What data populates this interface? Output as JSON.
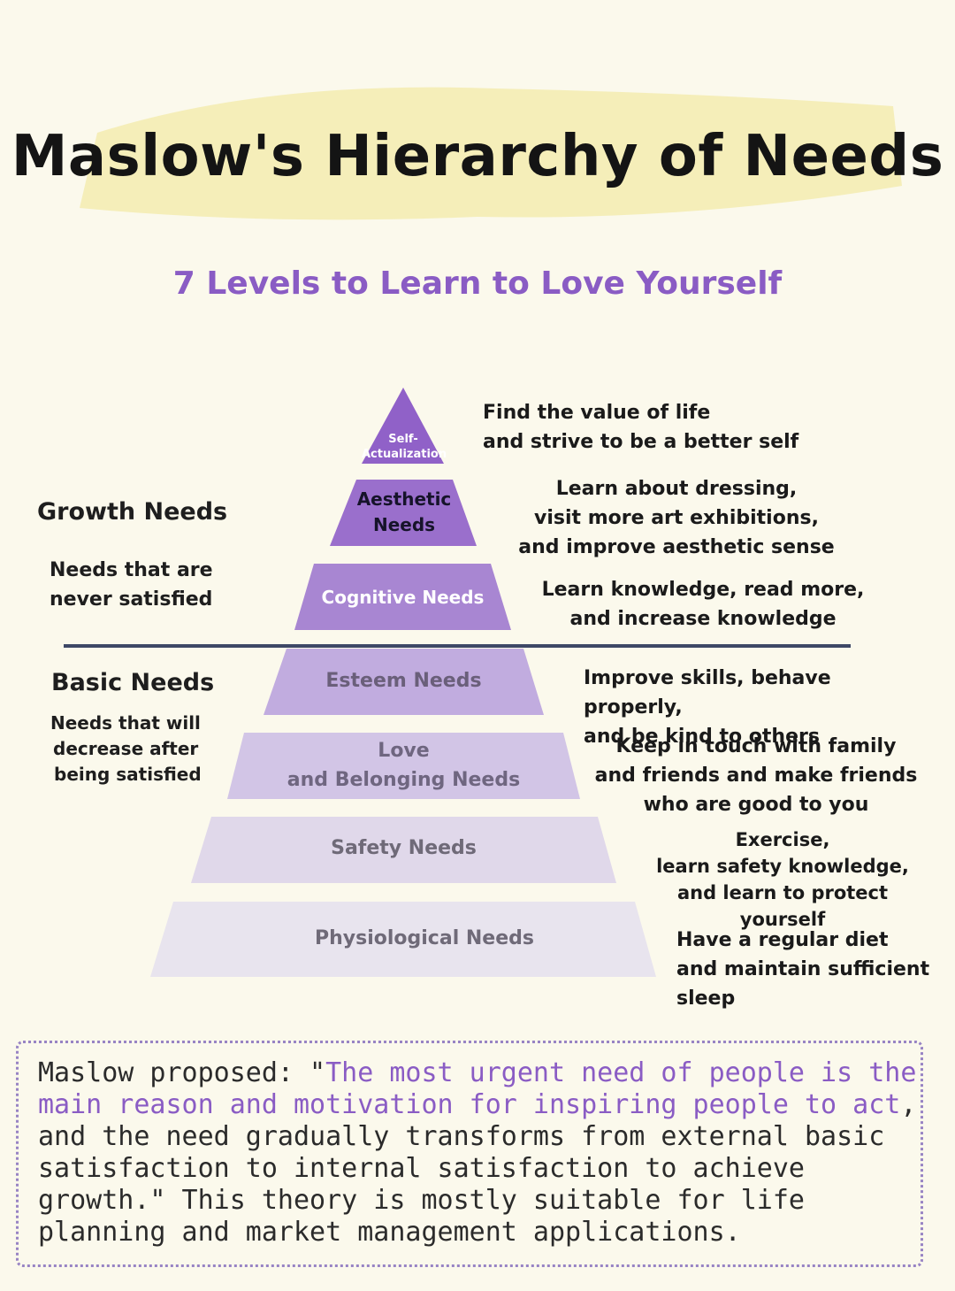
{
  "title": "Maslow's Hierarchy of Needs",
  "subtitle": "7 Levels to Learn to Love Yourself",
  "colors": {
    "background": "#fbf9ec",
    "highlight": "#f3ecb0",
    "accent_purple": "#8a5cc4",
    "divider": "#3e4866"
  },
  "growth": {
    "heading": "Growth Needs",
    "line1": "Needs that are",
    "line2": "never satisfied"
  },
  "basic": {
    "heading": "Basic Needs",
    "line1": "Needs that will",
    "line2": "decrease after",
    "line3": "being satisfied"
  },
  "levels": [
    {
      "label_lines": [
        "Self-",
        "Actualization"
      ],
      "fill": "#9061c8",
      "text_color": "#ffffff",
      "desc_lines": [
        "Find the value of life",
        "and strive to be a better self"
      ]
    },
    {
      "label_lines": [
        "Aesthetic",
        "Needs"
      ],
      "fill": "#9a6fcc",
      "text_color": "#16132a",
      "desc_lines": [
        "Learn about dressing,",
        "visit more art exhibitions,",
        "and improve aesthetic sense"
      ]
    },
    {
      "label_lines": [
        "Cognitive Needs"
      ],
      "fill": "#a886d2",
      "text_color": "#ffffff",
      "desc_lines": [
        "Learn knowledge, read more,",
        "and increase knowledge"
      ]
    },
    {
      "label_lines": [
        "Esteem Needs"
      ],
      "fill": "#c1acdf",
      "text_color": "#6a5f7a",
      "desc_lines": [
        "Improve skills, behave properly,",
        "and be kind to others"
      ]
    },
    {
      "label_lines": [
        "Love",
        "and Belonging Needs"
      ],
      "fill": "#d2c5e6",
      "text_color": "#6f6680",
      "desc_lines": [
        "Keep in touch with family",
        "and friends and make friends",
        "who are good to you"
      ]
    },
    {
      "label_lines": [
        "Safety Needs"
      ],
      "fill": "#e0d8ea",
      "text_color": "#6f6a78",
      "desc_lines": [
        "Exercise,",
        "learn safety knowledge,",
        "and learn to protect yourself"
      ]
    },
    {
      "label_lines": [
        "Physiological Needs"
      ],
      "fill": "#e8e4ee",
      "text_color": "#6f6a78",
      "desc_lines": [
        "Have a regular diet",
        "and maintain sufficient",
        "sleep"
      ]
    }
  ],
  "note": {
    "prefix": "Maslow proposed: \"",
    "highlight": "The most urgent need of people is the main reason and motivation for inspiring people to act",
    "rest": ", and the need gradually transforms from external basic satisfaction to internal satisfaction to achieve growth.\" This theory is mostly suitable for life planning and market management applications."
  }
}
